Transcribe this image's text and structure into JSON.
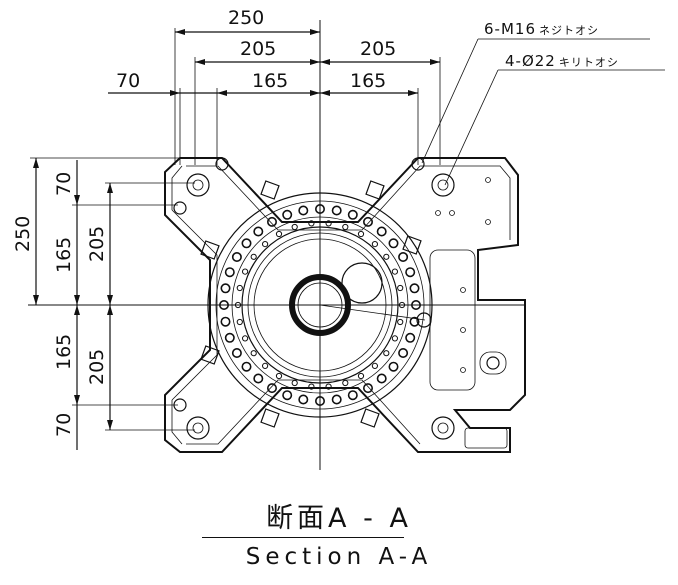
{
  "notes": {
    "tapped_holes": "6-M16",
    "tapped_holes_suffix": "ネジトオシ",
    "drilled_holes": "4-Ø22",
    "drilled_holes_suffix": "キリトオシ"
  },
  "dimensions": {
    "top": {
      "outer": "250",
      "mid": "205",
      "mid_right": "205",
      "inner_left": "165",
      "inner_right": "165",
      "edge": "70"
    },
    "left": {
      "outer": "250",
      "upper_165": "165",
      "upper_205": "205",
      "upper_70": "70",
      "lower_165": "165",
      "lower_205": "205",
      "lower_70": "70"
    }
  },
  "title": {
    "jp": "断面A - A",
    "en": "Section A-A"
  }
}
